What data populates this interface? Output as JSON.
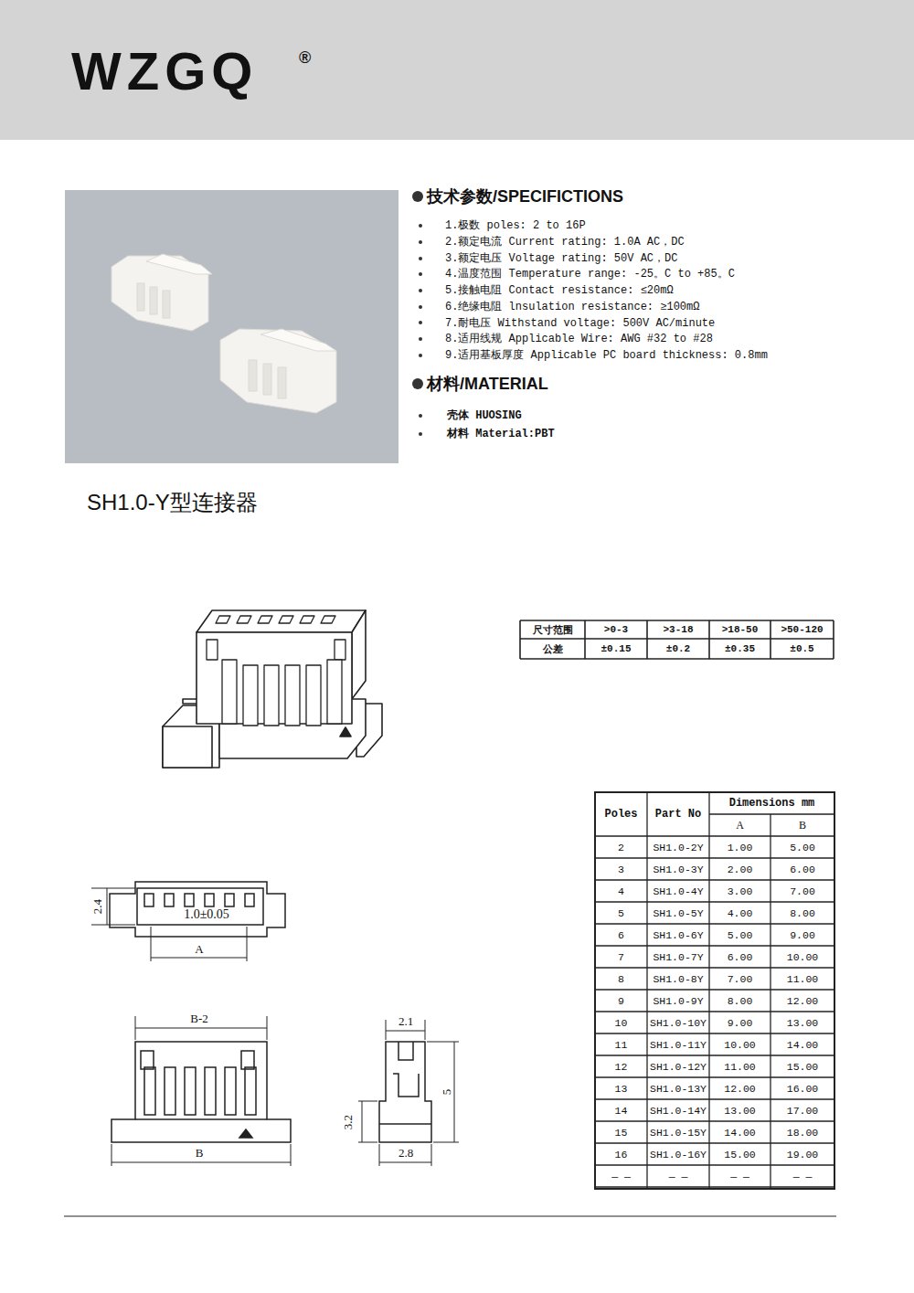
{
  "diagram": {
    "title": "SH1.0-Y型连接器",
    "labels": [
      "WZGQ",
      "®",
      "技术参数/SPECIFICTIONS",
      "1.极数 poles: 2 to 16P",
      "2.额定电流 Current rating: 1.0A AC，DC",
      "3.额定电压 Voltage rating: 50V AC，DC",
      "4.温度范围 Temperature range: -25。C to +85。C",
      "5.接触电阻 Contact resistance: ≤20mΩ",
      "6.绝缘电阻 lnsulation resistance: ≥100mΩ",
      "7.耐电压 Withstand voltage: 500V AC/minute",
      "8.适用线规 Applicable Wire: AWG #32 to #28",
      "9.适用基板厚度 Applicable PC board thickness: 0.8mm",
      "材料/MATERIAL",
      "壳体 HUOSING",
      "材料 Material:PBT",
      "尺寸范围",
      ">0-3",
      ">3-18",
      ">18-50",
      ">50-120",
      "公差",
      "±0.15",
      "±0.2",
      "±0.35",
      "±0.5",
      "2.4",
      "1.0±0.05",
      "A",
      "B-2",
      "B",
      "2.1",
      "5",
      "3.2",
      "2.8",
      "Poles",
      "Part No",
      "Dimensions mm",
      "A",
      "B",
      "2",
      "SH1.0-2Y",
      "1.00",
      "5.00",
      "3",
      "SH1.0-3Y",
      "2.00",
      "6.00",
      "4",
      "SH1.0-4Y",
      "3.00",
      "7.00",
      "5",
      "SH1.0-5Y",
      "4.00",
      "8.00",
      "6",
      "SH1.0-6Y",
      "5.00",
      "9.00",
      "7",
      "SH1.0-7Y",
      "6.00",
      "10.00",
      "8",
      "SH1.0-8Y",
      "7.00",
      "11.00",
      "9",
      "SH1.0-9Y",
      "8.00",
      "12.00",
      "10",
      "SH1.0-10Y",
      "9.00",
      "13.00",
      "11",
      "SH1.0-11Y",
      "10.00",
      "14.00",
      "12",
      "SH1.0-12Y",
      "11.00",
      "15.00",
      "13",
      "SH1.0-13Y",
      "12.00",
      "16.00",
      "14",
      "SH1.0-14Y",
      "13.00",
      "17.00",
      "15",
      "SH1.0-15Y",
      "14.00",
      "18.00",
      "16",
      "SH1.0-16Y",
      "15.00",
      "19.00",
      "— —",
      "— —",
      "— —",
      "— —"
    ]
  }
}
